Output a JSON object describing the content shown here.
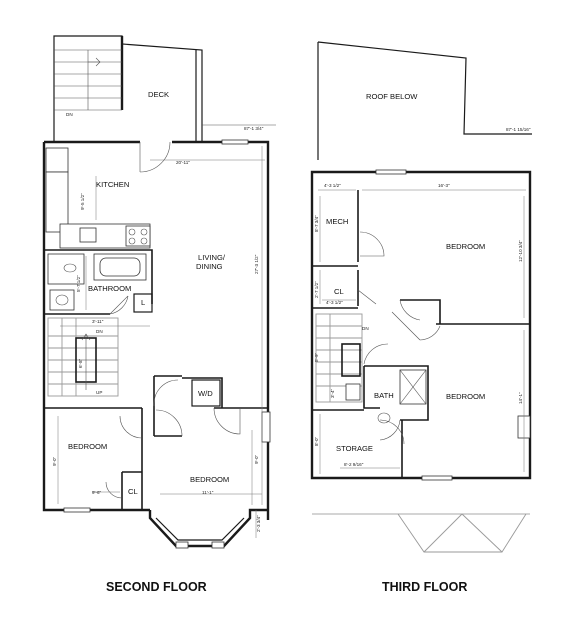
{
  "floors": {
    "second": {
      "title": "SECOND FLOOR"
    },
    "third": {
      "title": "THIRD FLOOR"
    }
  },
  "rooms": {
    "deck": "DECK",
    "kitchen": "KITCHEN",
    "living": [
      "LIVING/",
      "DINING"
    ],
    "bathroom2": "BATHROOM",
    "wd": "W/D",
    "bedroom2a": "BEDROOM",
    "bedroom2b": "BEDROOM",
    "cl2": "CL",
    "l": "L",
    "roof": "ROOF BELOW",
    "mech": "MECH",
    "bedroom3a": "BEDROOM",
    "cl3": "CL",
    "bath3": "BATH",
    "bedroom3b": "BEDROOM",
    "storage": "STORAGE"
  },
  "stairs": {
    "dn_deck": "DN",
    "dn_second": "DN",
    "up_second": "UP",
    "dn_third": "DN"
  },
  "dimensions": {
    "deck_elev": "87'-1 3/4\"",
    "roof_elev": "87'-1 15/16\"",
    "living_width": "20'-11\"",
    "kitchen_depth": "9'-5 1/2\"",
    "living_depth": "27'-3 1/2\"",
    "bath_depth": "5'-7 1/2\"",
    "hall_width": "3'-11\"",
    "stair_width": "6'-8\"",
    "bed2a_depth": "9'-0\"",
    "bed2a_width": "9'-6\"",
    "bed2b_width": "11'-1\"",
    "bed2b_depth": "9'-0\"",
    "bay_depth": "2'-3 3/4\"",
    "mech_width": "4'-3 1/2\"",
    "bed3a_width": "16'-3\"",
    "mech_depth": "8'-7 3/4\"",
    "bed3a_depth": "12'-10 3/4\"",
    "cl3_depth": "2'-7 1/2\"",
    "cl3_width": "4'-3 1/2\"",
    "bath3_a": "5'-9\"",
    "bath3_b": "3'-4\"",
    "storage_depth": "8'-0\"",
    "storage_width": "8'-2 9/16\"",
    "bed3b_depth": "14'-1\""
  }
}
